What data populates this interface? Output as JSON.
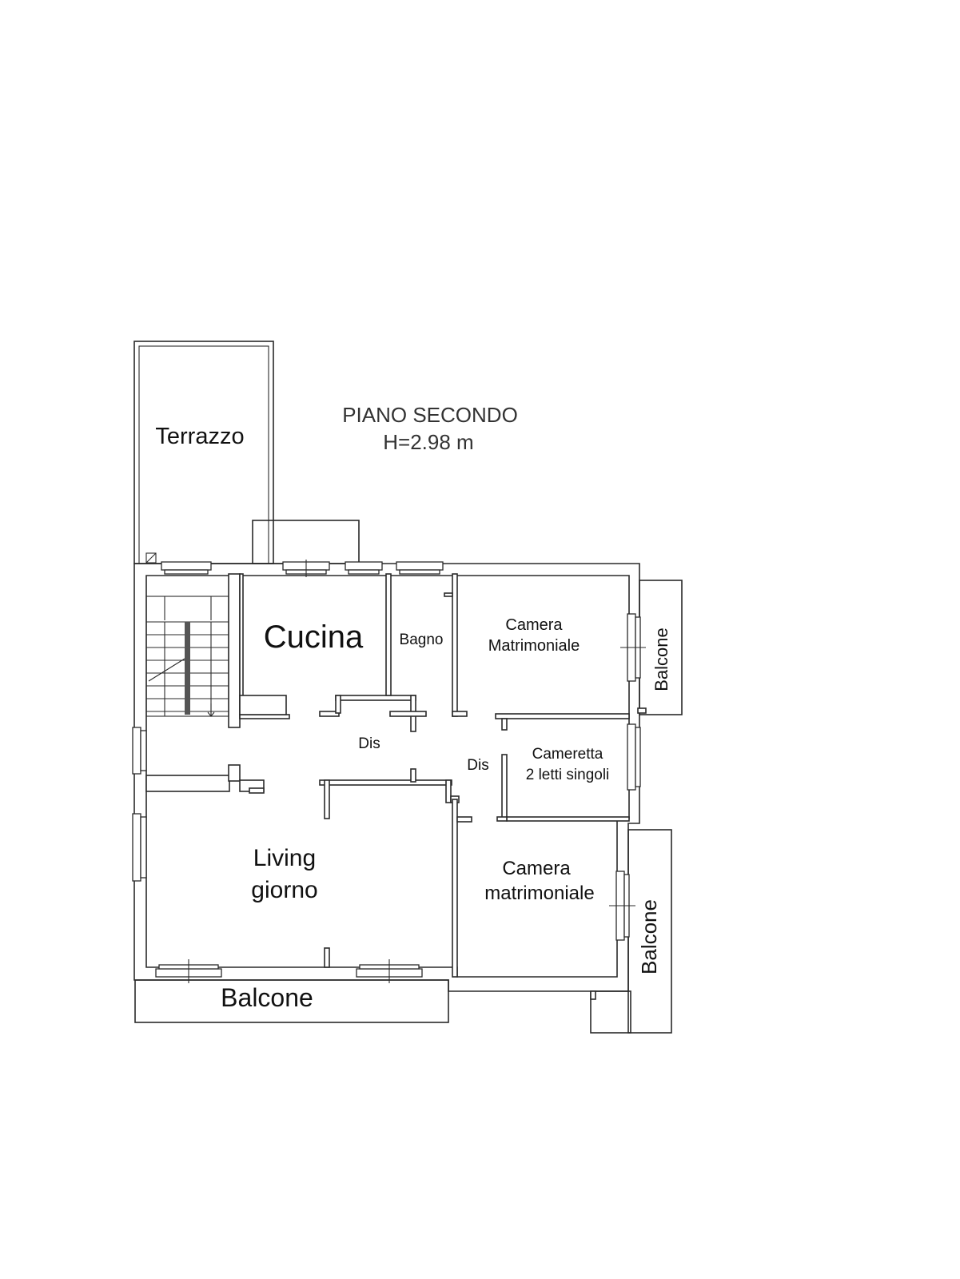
{
  "title": {
    "line1": "PIANO SECONDO",
    "line2": "H=2.98 m"
  },
  "rooms": {
    "terrazzo": "Terrazzo",
    "cucina": "Cucina",
    "bagno": "Bagno",
    "camera_matrimoniale_1": [
      "Camera",
      "Matrimoniale"
    ],
    "balcone_east_top": "Balcone",
    "dis_1": "Dis",
    "dis_2": "Dis",
    "cameretta": [
      "Cameretta",
      "2 letti singoli"
    ],
    "living": [
      "Living",
      "giorno"
    ],
    "camera_matrimoniale_2": [
      "Camera",
      "matrimoniale"
    ],
    "balcone_east_bottom": "Balcone",
    "balcone_south": "Balcone"
  },
  "colors": {
    "line": "#2a2a2a",
    "text": "#111111",
    "stair_rail": "#555555"
  }
}
